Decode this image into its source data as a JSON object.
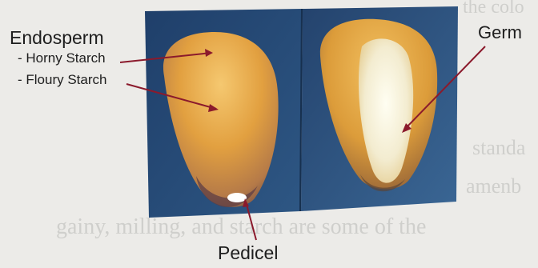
{
  "labels": {
    "endosperm": "Endosperm",
    "horny_starch": "- Horny Starch",
    "floury_starch": "- Floury Starch",
    "germ": "Germ",
    "pedicel": "Pedicel"
  },
  "background_text": {
    "line1": "the colo",
    "line2": "standa",
    "line3": "amenb",
    "line4": "gainy, milling, and starch are some of the"
  },
  "colors": {
    "background": "#ecebe8",
    "photo_backdrop": "#2a4a72",
    "arrow": "#8b1a2c",
    "kernel_yellow": "#e8b040",
    "germ_white": "#f6f1dc"
  }
}
